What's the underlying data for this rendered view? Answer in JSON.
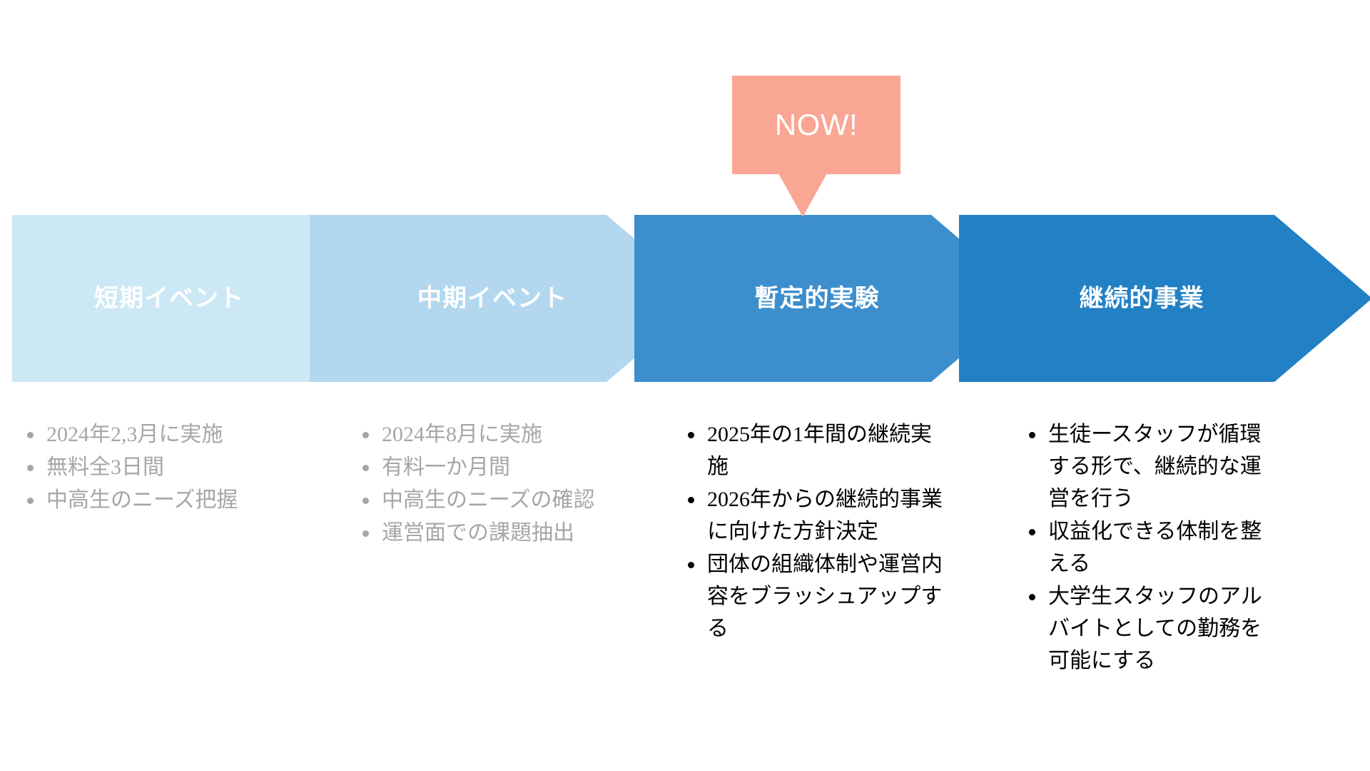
{
  "callout": {
    "label": "NOW!",
    "color": "#F9A694",
    "text_color": "#FFFFFF"
  },
  "process": {
    "stages": [
      {
        "label": "短期イベント",
        "color": "#CDE8F5",
        "state": "past",
        "bullets": [
          "2024年2,3月に実施",
          "無料全3日間",
          "中高生のニーズ把握"
        ],
        "bullet_color": "#A6A6A6"
      },
      {
        "label": "中期イベント",
        "color": "#B3D7EF",
        "state": "past",
        "bullets": [
          "2024年8月に実施",
          "有料一か月間",
          "中高生のニーズの確認",
          "運営面での課題抽出"
        ],
        "bullet_color": "#A6A6A6"
      },
      {
        "label": "暫定的実験",
        "color": "#3D8ECC",
        "state": "current",
        "bullets": [
          "2025年の1年間の継続実施",
          "2026年からの継続的事業に向けた方針決定",
          "団体の組織体制や運営内容をブラッシュアップする"
        ],
        "bullet_color": "#000000"
      },
      {
        "label": "継続的事業",
        "color": "#2280C4",
        "state": "future",
        "bullets": [
          "生徒ースタッフが循環する形で、継続的な運営を行う",
          "収益化できる体制を整える",
          "大学生スタッフのアルバイトとしての勤務を可能にする"
        ],
        "bullet_color": "#000000"
      }
    ]
  },
  "theme": {
    "background": "#FFFFFF",
    "label_text_color": "#FFFFFF",
    "divider_color": "#FFFFFF"
  }
}
